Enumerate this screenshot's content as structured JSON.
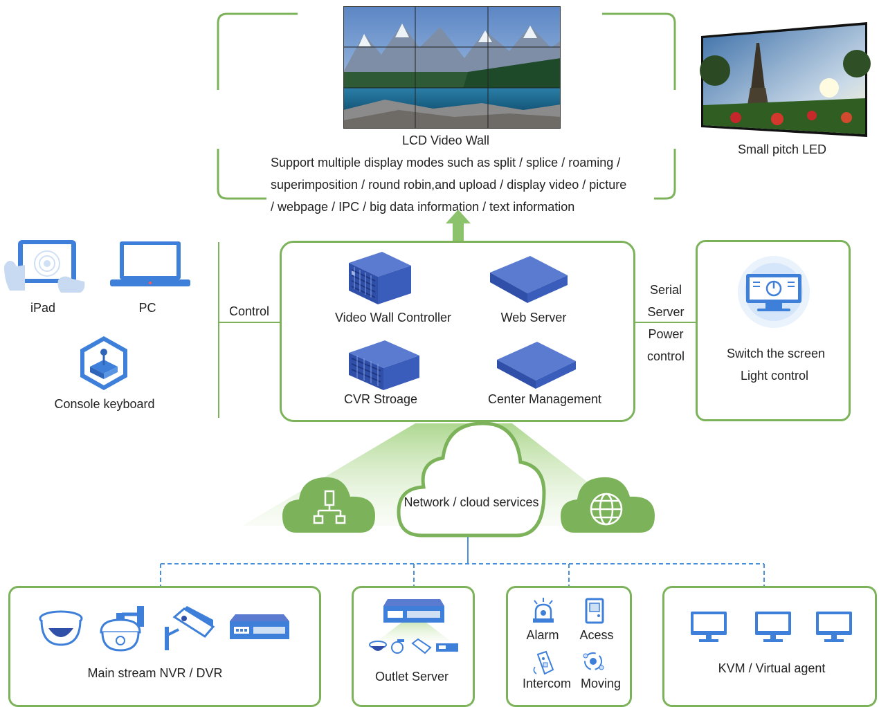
{
  "top": {
    "lcd_title": "LCD Video Wall",
    "lcd_desc_lines": [
      "Support multiple display modes such as split / splice / roaming /",
      "superimposition / round robin,and upload / display video / picture",
      "/ webpage / IPC / big data information / text information"
    ],
    "led_title": "Small pitch LED"
  },
  "left": {
    "ipad": "iPad",
    "pc": "PC",
    "console": "Console keyboard",
    "control": "Control"
  },
  "center": {
    "video_wall_controller": "Video Wall Controller",
    "web_server": "Web Server",
    "cvr_storage": "CVR Stroage",
    "center_management": "Center Management"
  },
  "right": {
    "serial_lines": [
      "Serial",
      "Server",
      "Power",
      "control"
    ],
    "switch_line1": "Switch the screen",
    "switch_line2": "Light control"
  },
  "cloud": {
    "label": "Network / cloud services"
  },
  "bottom": {
    "nvr": "Main stream NVR / DVR",
    "outlet": "Outlet Server",
    "alarm": "Alarm",
    "acess": "Acess",
    "intercom": "Intercom",
    "moving": "Moving",
    "kvm": "KVM / Virtual agent"
  },
  "colors": {
    "green": "#7cb35a",
    "blue": "#3d7fd9",
    "navy": "#2f4fa8",
    "dashed": "#4a8fd8"
  },
  "icons": [
    "ipad-icon",
    "pc-icon",
    "console-keyboard-icon",
    "video-wall-controller-icon",
    "web-server-icon",
    "cvr-storage-icon",
    "center-management-icon",
    "switch-screen-icon",
    "cloud-icon",
    "network-device-icon",
    "globe-icon",
    "dome-camera-icon",
    "ptz-camera-icon",
    "bullet-camera-icon",
    "nvr-icon",
    "outlet-server-icon",
    "alarm-icon",
    "access-icon",
    "intercom-icon",
    "moving-icon",
    "monitor-icon"
  ]
}
